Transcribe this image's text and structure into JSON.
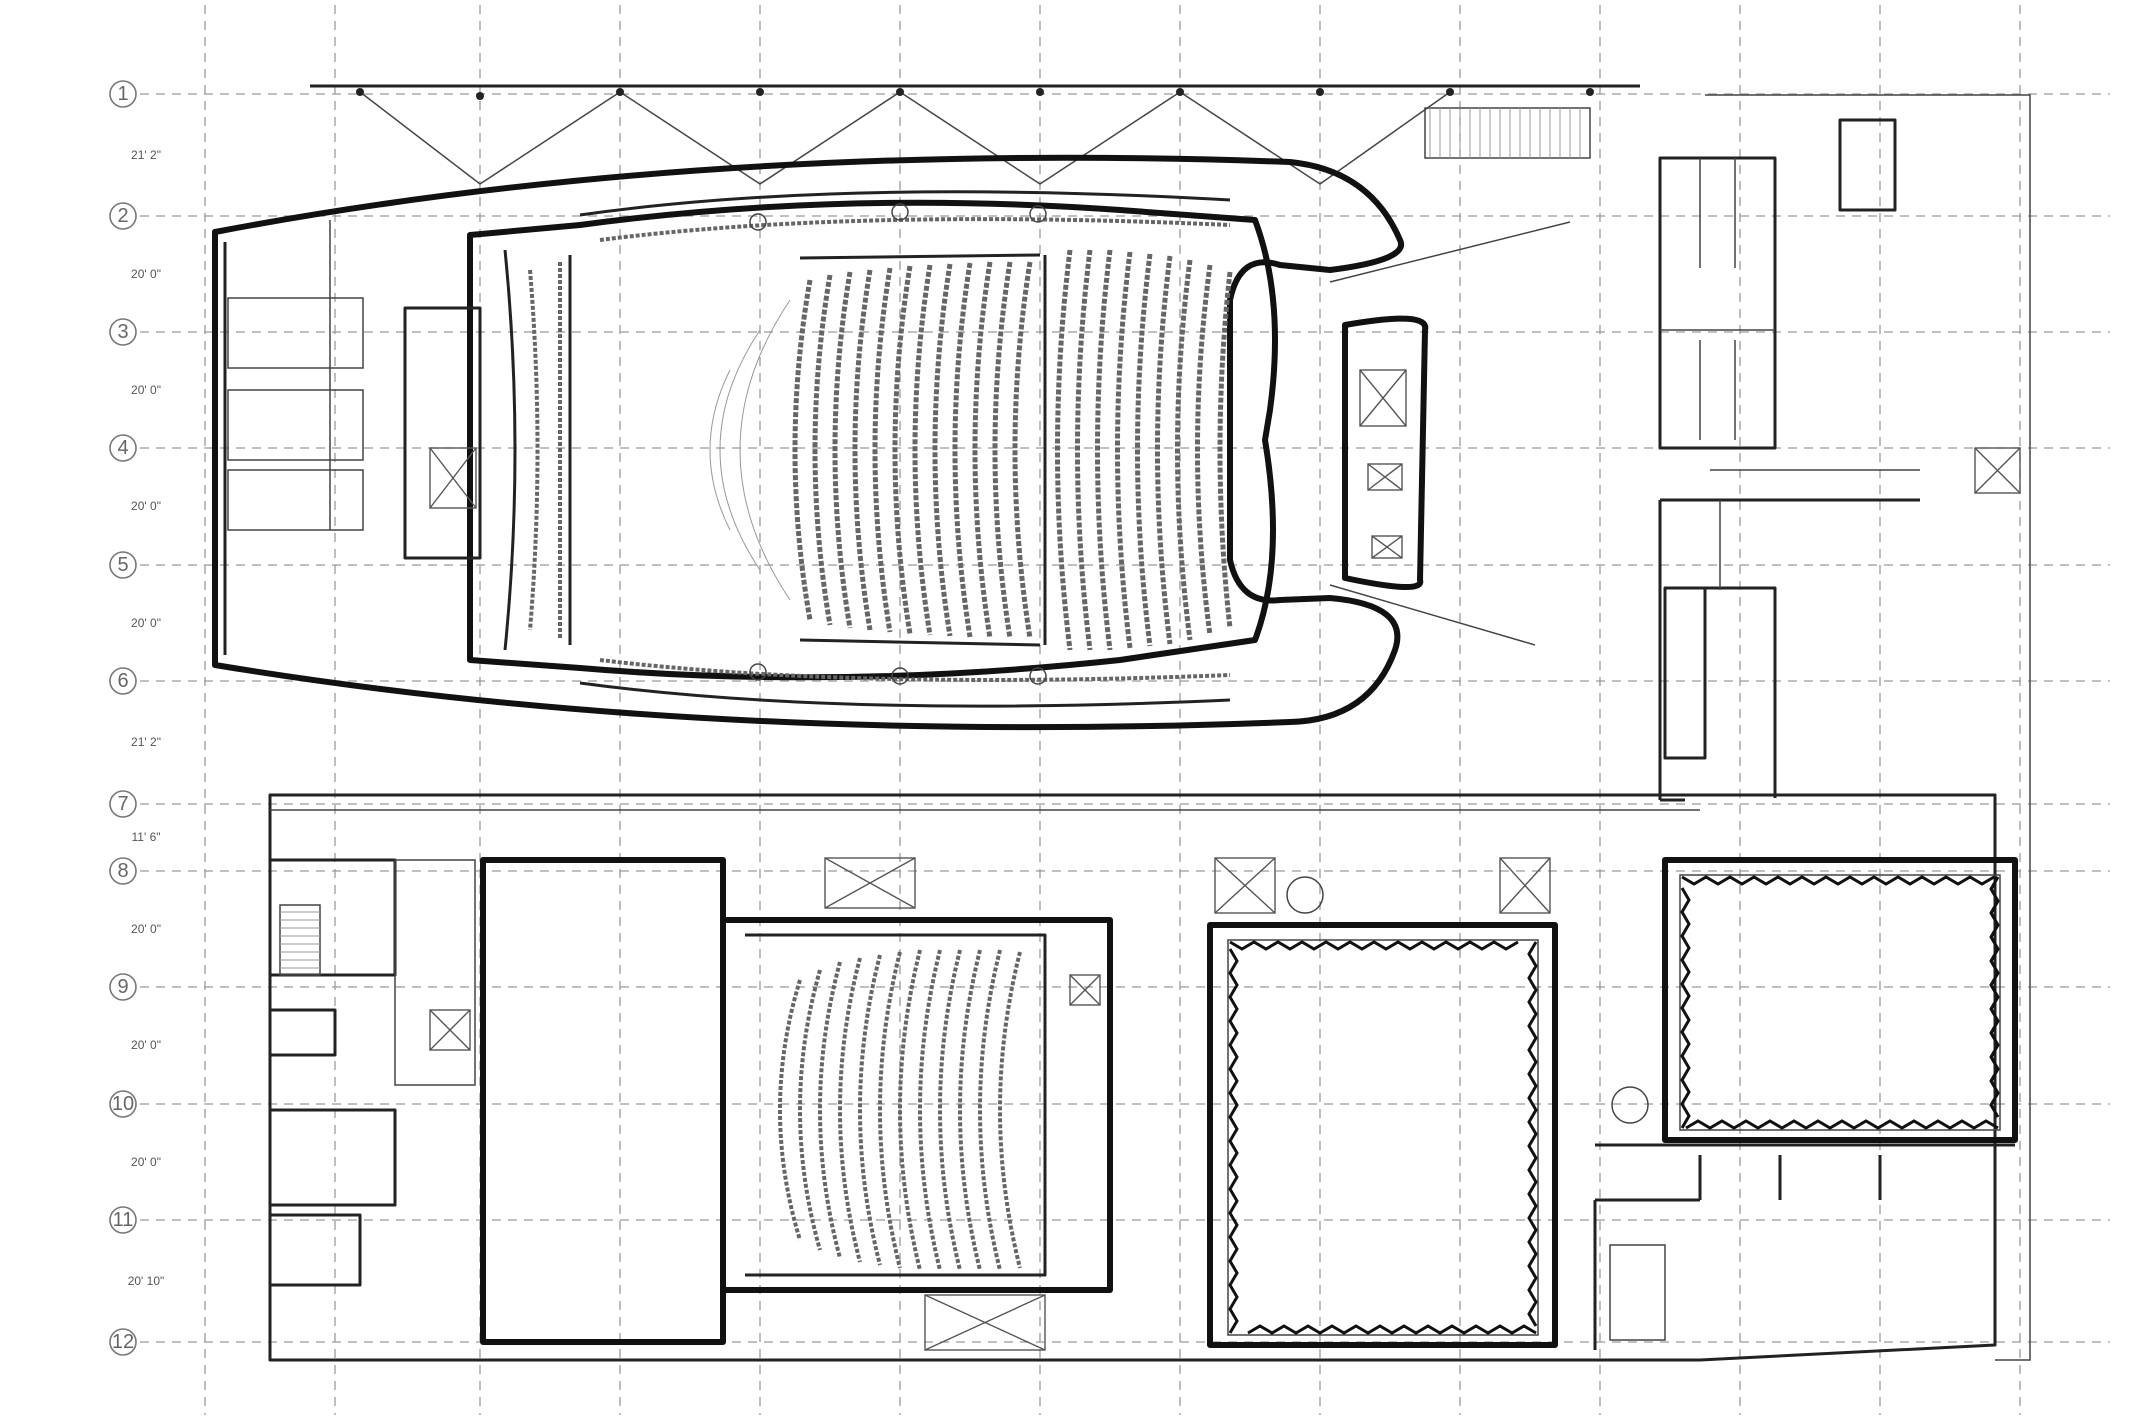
{
  "grid": {
    "rows": [
      {
        "label": "1"
      },
      {
        "label": "2"
      },
      {
        "label": "3"
      },
      {
        "label": "4"
      },
      {
        "label": "5"
      },
      {
        "label": "6"
      },
      {
        "label": "7"
      },
      {
        "label": "8"
      },
      {
        "label": "9"
      },
      {
        "label": "10"
      },
      {
        "label": "11"
      },
      {
        "label": "12"
      }
    ],
    "spacings": [
      "21' 2\"",
      "20' 0\"",
      "20' 0\"",
      "20' 0\"",
      "20' 0\"",
      "21' 2\"",
      "11' 6\"",
      "20' 0\"",
      "20' 0\"",
      "20' 0\"",
      "20' 10\""
    ]
  },
  "colors": {
    "grid": "#9a9a9a",
    "wall": "#111111",
    "seating": "#666666",
    "background": "#ffffff"
  }
}
